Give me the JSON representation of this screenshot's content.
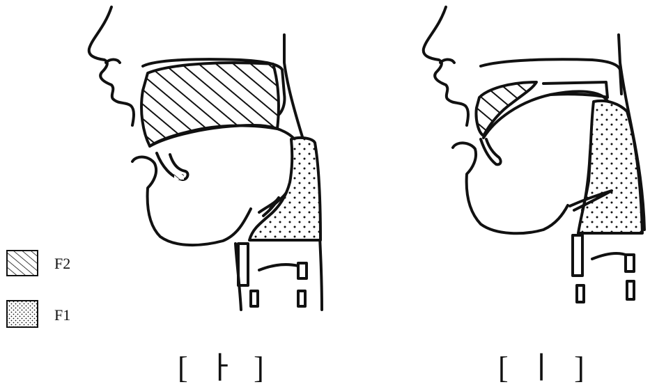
{
  "legend": {
    "items": [
      {
        "label": "F2",
        "pattern": "hatch"
      },
      {
        "label": "F1",
        "pattern": "dots"
      }
    ]
  },
  "captions": {
    "left": "[ ㅏ ]",
    "right": "[ ㅣ ]"
  },
  "colors": {
    "ink": "#111111",
    "background": "#ffffff"
  }
}
